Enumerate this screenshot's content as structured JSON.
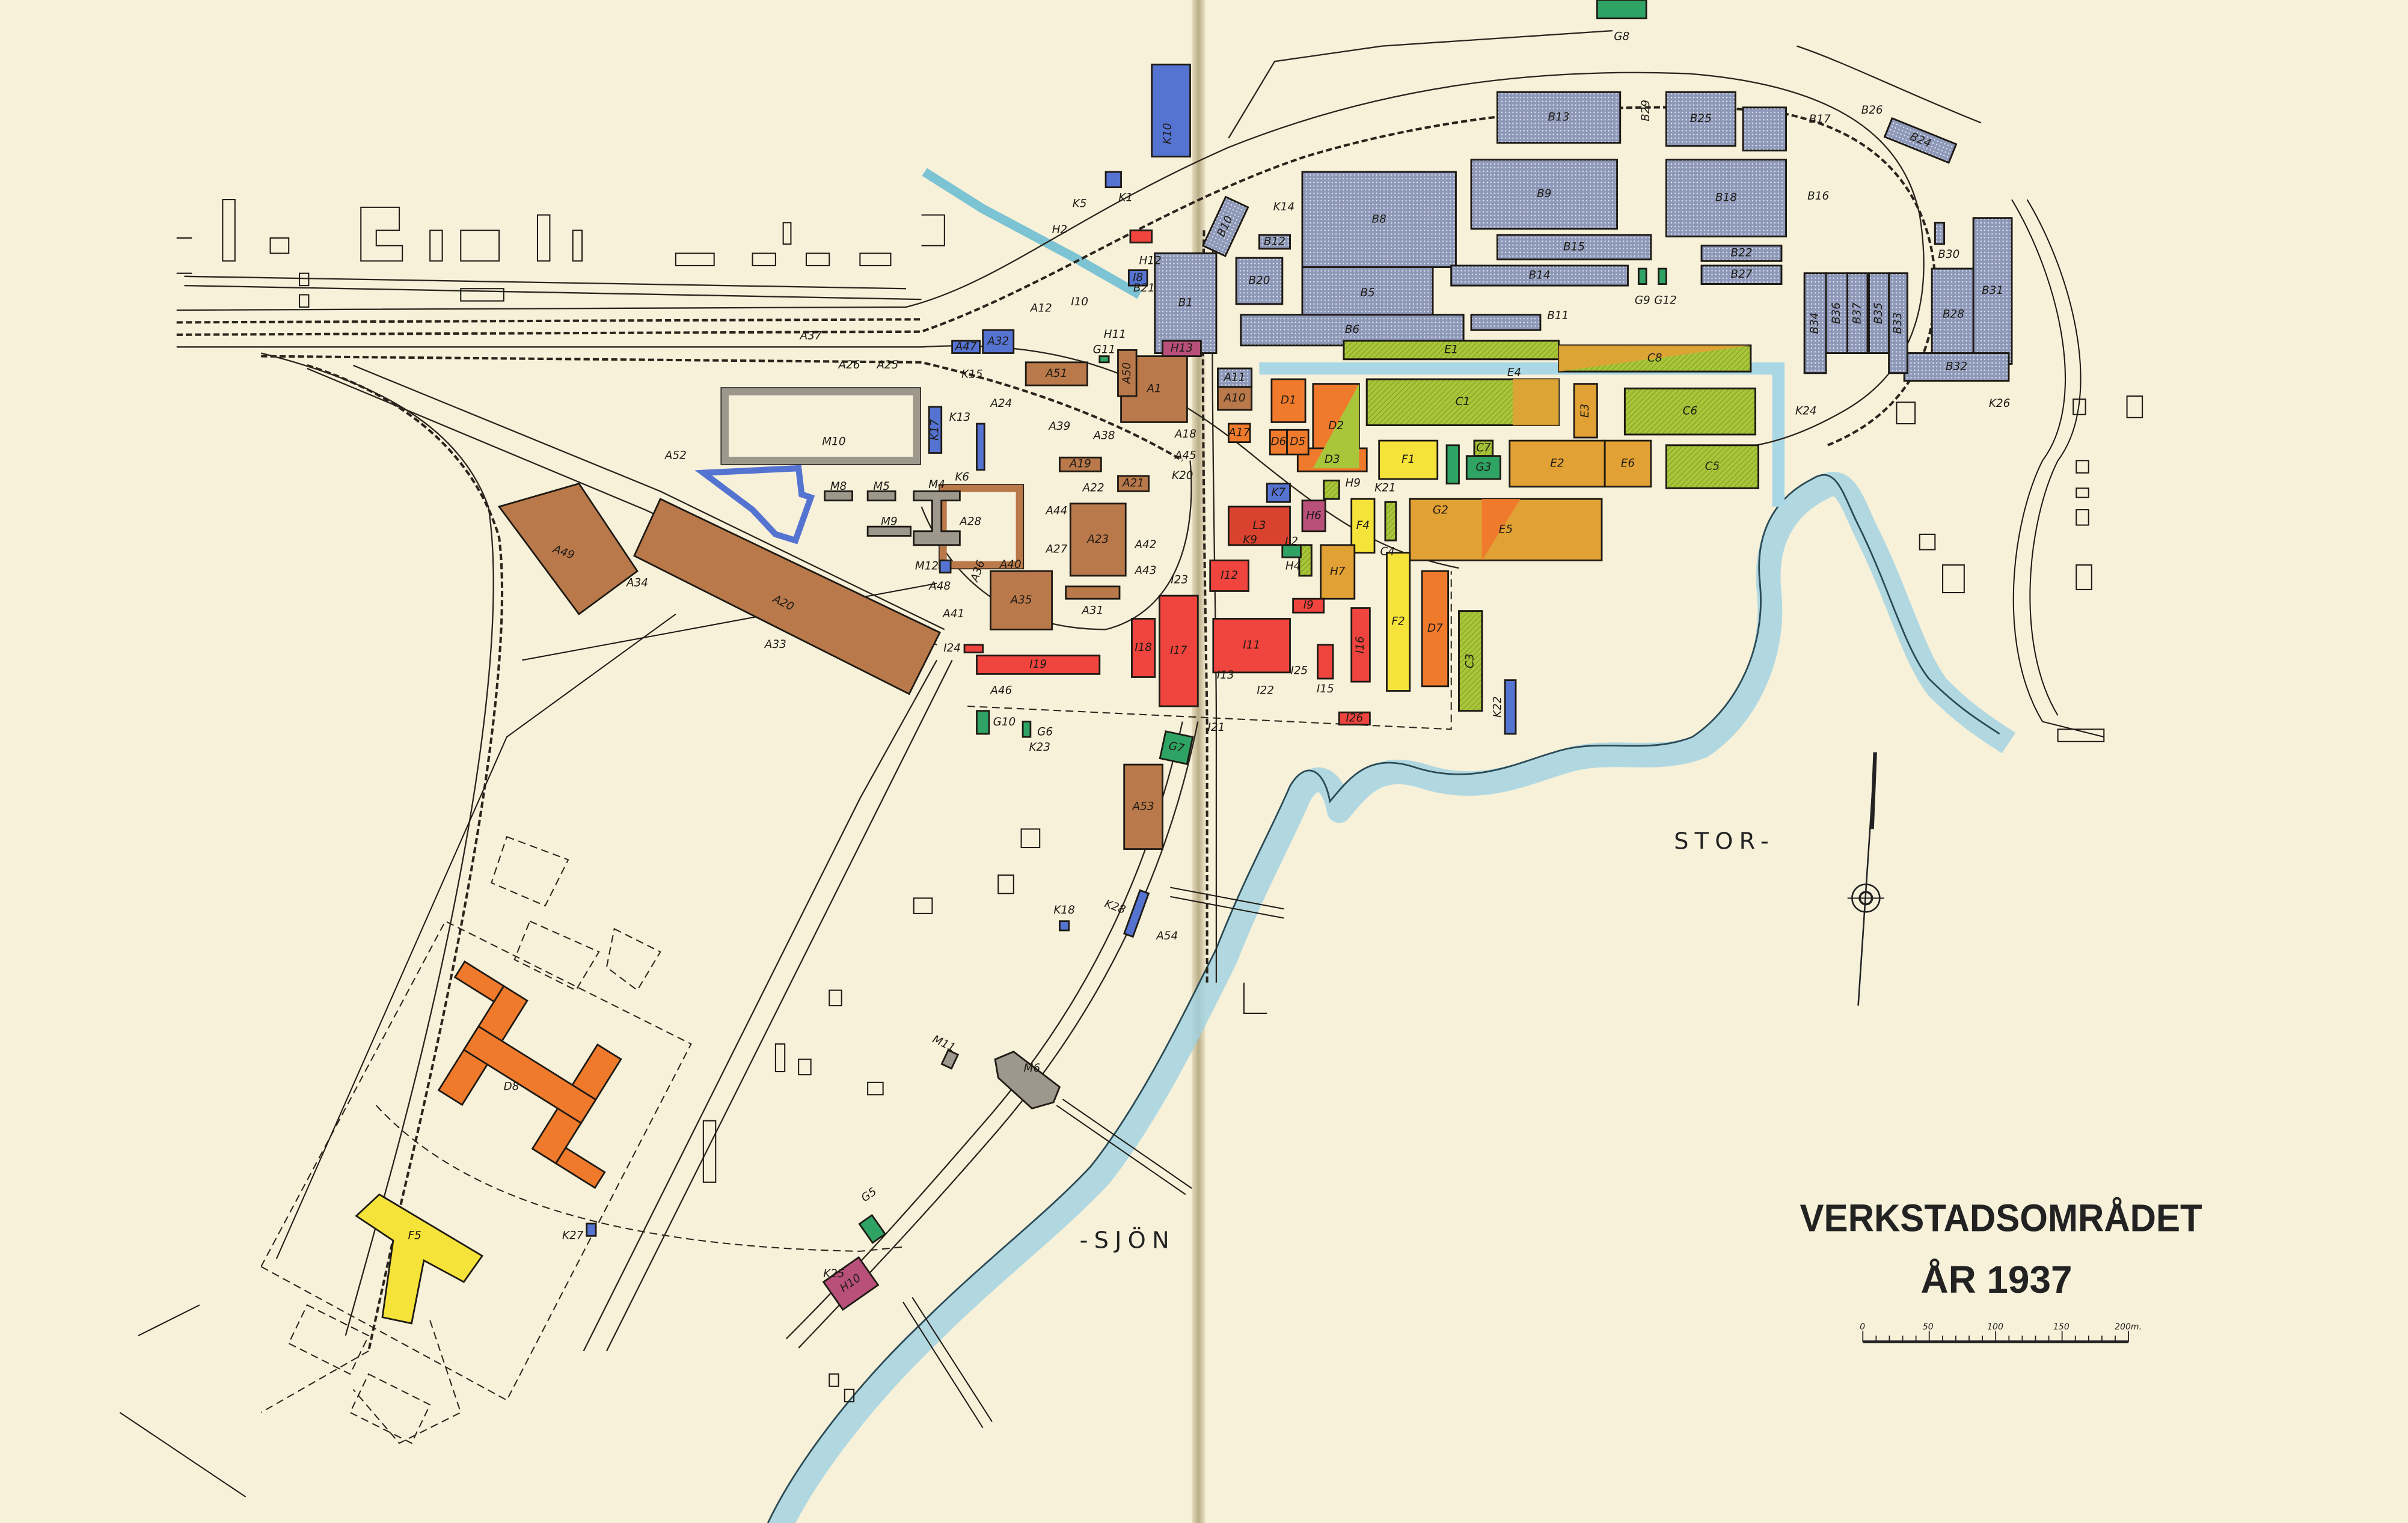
{
  "title": "VERKSTADSOMRÅDET",
  "subtitle": "ÅR 1937",
  "scale_bar": {
    "labels": [
      "0",
      "50",
      "100",
      "150",
      "200m."
    ],
    "max_m": 200
  },
  "water_labels": {
    "stor": "STOR-",
    "sjon": "-SJÖN"
  },
  "palette": {
    "A": "#b9794a",
    "B": "#8e99b9",
    "C": "#a9c63a",
    "D": "#f07a2c",
    "E": "#e1a134",
    "F": "#f6e33a",
    "G": "#2fa363",
    "H": "#b8507a",
    "I": "#f0443e",
    "K": "#5573d1",
    "L": "#d9422f",
    "M": "#9d988b",
    "water": "#9fd2e2",
    "paper": "#f7f1da"
  },
  "buildings": [
    {
      "id": "A1",
      "style": "A"
    },
    {
      "id": "A50",
      "style": "A"
    },
    {
      "id": "A51",
      "style": "A"
    },
    {
      "id": "A10",
      "style": "A"
    },
    {
      "id": "A11",
      "style": "B"
    },
    {
      "id": "A17",
      "style": "D"
    },
    {
      "id": "A19",
      "style": "A"
    },
    {
      "id": "A21",
      "style": "A"
    },
    {
      "id": "A23",
      "style": "A"
    },
    {
      "id": "A35",
      "style": "A"
    },
    {
      "id": "A31",
      "style": "A"
    },
    {
      "id": "A20",
      "style": "A"
    },
    {
      "id": "A49",
      "style": "A"
    },
    {
      "id": "A53",
      "style": "A"
    },
    {
      "id": "A32",
      "style": "K"
    },
    {
      "id": "A47",
      "style": "K"
    },
    {
      "id": "A28",
      "style": "A"
    },
    {
      "id": "B1",
      "style": "B"
    },
    {
      "id": "B5",
      "style": "B"
    },
    {
      "id": "B6",
      "style": "B"
    },
    {
      "id": "B8",
      "style": "B"
    },
    {
      "id": "B9",
      "style": "B"
    },
    {
      "id": "B10",
      "style": "B"
    },
    {
      "id": "B11",
      "style": "B"
    },
    {
      "id": "B12",
      "style": "B"
    },
    {
      "id": "B13",
      "style": "B"
    },
    {
      "id": "B14",
      "style": "B"
    },
    {
      "id": "B15",
      "style": "B"
    },
    {
      "id": "B17",
      "style": "B"
    },
    {
      "id": "B18",
      "style": "B"
    },
    {
      "id": "B20",
      "style": "B"
    },
    {
      "id": "B22",
      "style": "B"
    },
    {
      "id": "B24",
      "style": "B"
    },
    {
      "id": "B25",
      "style": "B"
    },
    {
      "id": "B27",
      "style": "B"
    },
    {
      "id": "B28",
      "style": "B"
    },
    {
      "id": "B30",
      "style": "B"
    },
    {
      "id": "B31",
      "style": "B"
    },
    {
      "id": "B32",
      "style": "B"
    },
    {
      "id": "B33",
      "style": "B"
    },
    {
      "id": "B34",
      "style": "B"
    },
    {
      "id": "B35",
      "style": "B"
    },
    {
      "id": "B36",
      "style": "B"
    },
    {
      "id": "B37",
      "style": "B"
    },
    {
      "id": "C1",
      "style": "C"
    },
    {
      "id": "C3",
      "style": "C"
    },
    {
      "id": "C4",
      "style": "C"
    },
    {
      "id": "C5",
      "style": "C"
    },
    {
      "id": "C6",
      "style": "C"
    },
    {
      "id": "C7",
      "style": "C"
    },
    {
      "id": "C8",
      "style": "C"
    },
    {
      "id": "D1",
      "style": "D"
    },
    {
      "id": "D2",
      "style": "D"
    },
    {
      "id": "D3",
      "style": "D"
    },
    {
      "id": "D5",
      "style": "D"
    },
    {
      "id": "D6",
      "style": "D"
    },
    {
      "id": "D7",
      "style": "D"
    },
    {
      "id": "D8",
      "style": "D"
    },
    {
      "id": "E1",
      "style": "C"
    },
    {
      "id": "E2",
      "style": "E"
    },
    {
      "id": "E3",
      "style": "E"
    },
    {
      "id": "E5",
      "style": "E"
    },
    {
      "id": "E6",
      "style": "E"
    },
    {
      "id": "F1",
      "style": "F"
    },
    {
      "id": "F2",
      "style": "F"
    },
    {
      "id": "F4",
      "style": "F"
    },
    {
      "id": "F5",
      "style": "F"
    },
    {
      "id": "G2",
      "style": "G"
    },
    {
      "id": "G3",
      "style": "G"
    },
    {
      "id": "G5",
      "style": "G"
    },
    {
      "id": "G6",
      "style": "G"
    },
    {
      "id": "G7",
      "style": "G"
    },
    {
      "id": "G8",
      "style": "G"
    },
    {
      "id": "G9",
      "style": "G"
    },
    {
      "id": "G10",
      "style": "G"
    },
    {
      "id": "G11",
      "style": "G"
    },
    {
      "id": "G12",
      "style": "G"
    },
    {
      "id": "H4",
      "style": "C"
    },
    {
      "id": "H6",
      "style": "H"
    },
    {
      "id": "H7",
      "style": "E"
    },
    {
      "id": "H9",
      "style": "C"
    },
    {
      "id": "H10",
      "style": "H"
    },
    {
      "id": "H12",
      "style": "I"
    },
    {
      "id": "H13",
      "style": "H"
    },
    {
      "id": "I8",
      "style": "K"
    },
    {
      "id": "I9",
      "style": "I"
    },
    {
      "id": "I11",
      "style": "I"
    },
    {
      "id": "I12",
      "style": "I"
    },
    {
      "id": "I15",
      "style": "I"
    },
    {
      "id": "I16",
      "style": "I"
    },
    {
      "id": "I17",
      "style": "I"
    },
    {
      "id": "I18",
      "style": "I"
    },
    {
      "id": "I19",
      "style": "I"
    },
    {
      "id": "I24",
      "style": "I"
    },
    {
      "id": "I26",
      "style": "I"
    },
    {
      "id": "K1",
      "style": "K"
    },
    {
      "id": "K6",
      "style": "K"
    },
    {
      "id": "K7",
      "style": "K"
    },
    {
      "id": "K10",
      "style": "K"
    },
    {
      "id": "K17",
      "style": "K"
    },
    {
      "id": "K18",
      "style": "K"
    },
    {
      "id": "K22",
      "style": "K"
    },
    {
      "id": "K27",
      "style": "K"
    },
    {
      "id": "K28",
      "style": "K"
    },
    {
      "id": "L2",
      "style": "G"
    },
    {
      "id": "L3",
      "style": "L"
    },
    {
      "id": "M4",
      "style": "M"
    },
    {
      "id": "M5",
      "style": "M"
    },
    {
      "id": "M6",
      "style": "M"
    },
    {
      "id": "M8",
      "style": "M"
    },
    {
      "id": "M9",
      "style": "M"
    },
    {
      "id": "M10",
      "style": "M"
    },
    {
      "id": "M11",
      "style": "M"
    },
    {
      "id": "M12",
      "style": "K"
    }
  ],
  "labels": [
    "A12",
    "I10",
    "H11",
    "A25",
    "A26",
    "A37",
    "K15",
    "K13",
    "A24",
    "A39",
    "A38",
    "A18",
    "A45",
    "K20",
    "A22",
    "A44",
    "A27",
    "A42",
    "A43",
    "A40",
    "A36",
    "A48",
    "A41",
    "A46",
    "A34",
    "A33",
    "A52",
    "A54",
    "K5",
    "H2",
    "K14",
    "B16",
    "B26",
    "B29",
    "B21",
    "K9",
    "K21",
    "I13",
    "I21",
    "I22",
    "I23",
    "I25",
    "K23",
    "K24",
    "K26",
    "K25",
    "E4"
  ]
}
